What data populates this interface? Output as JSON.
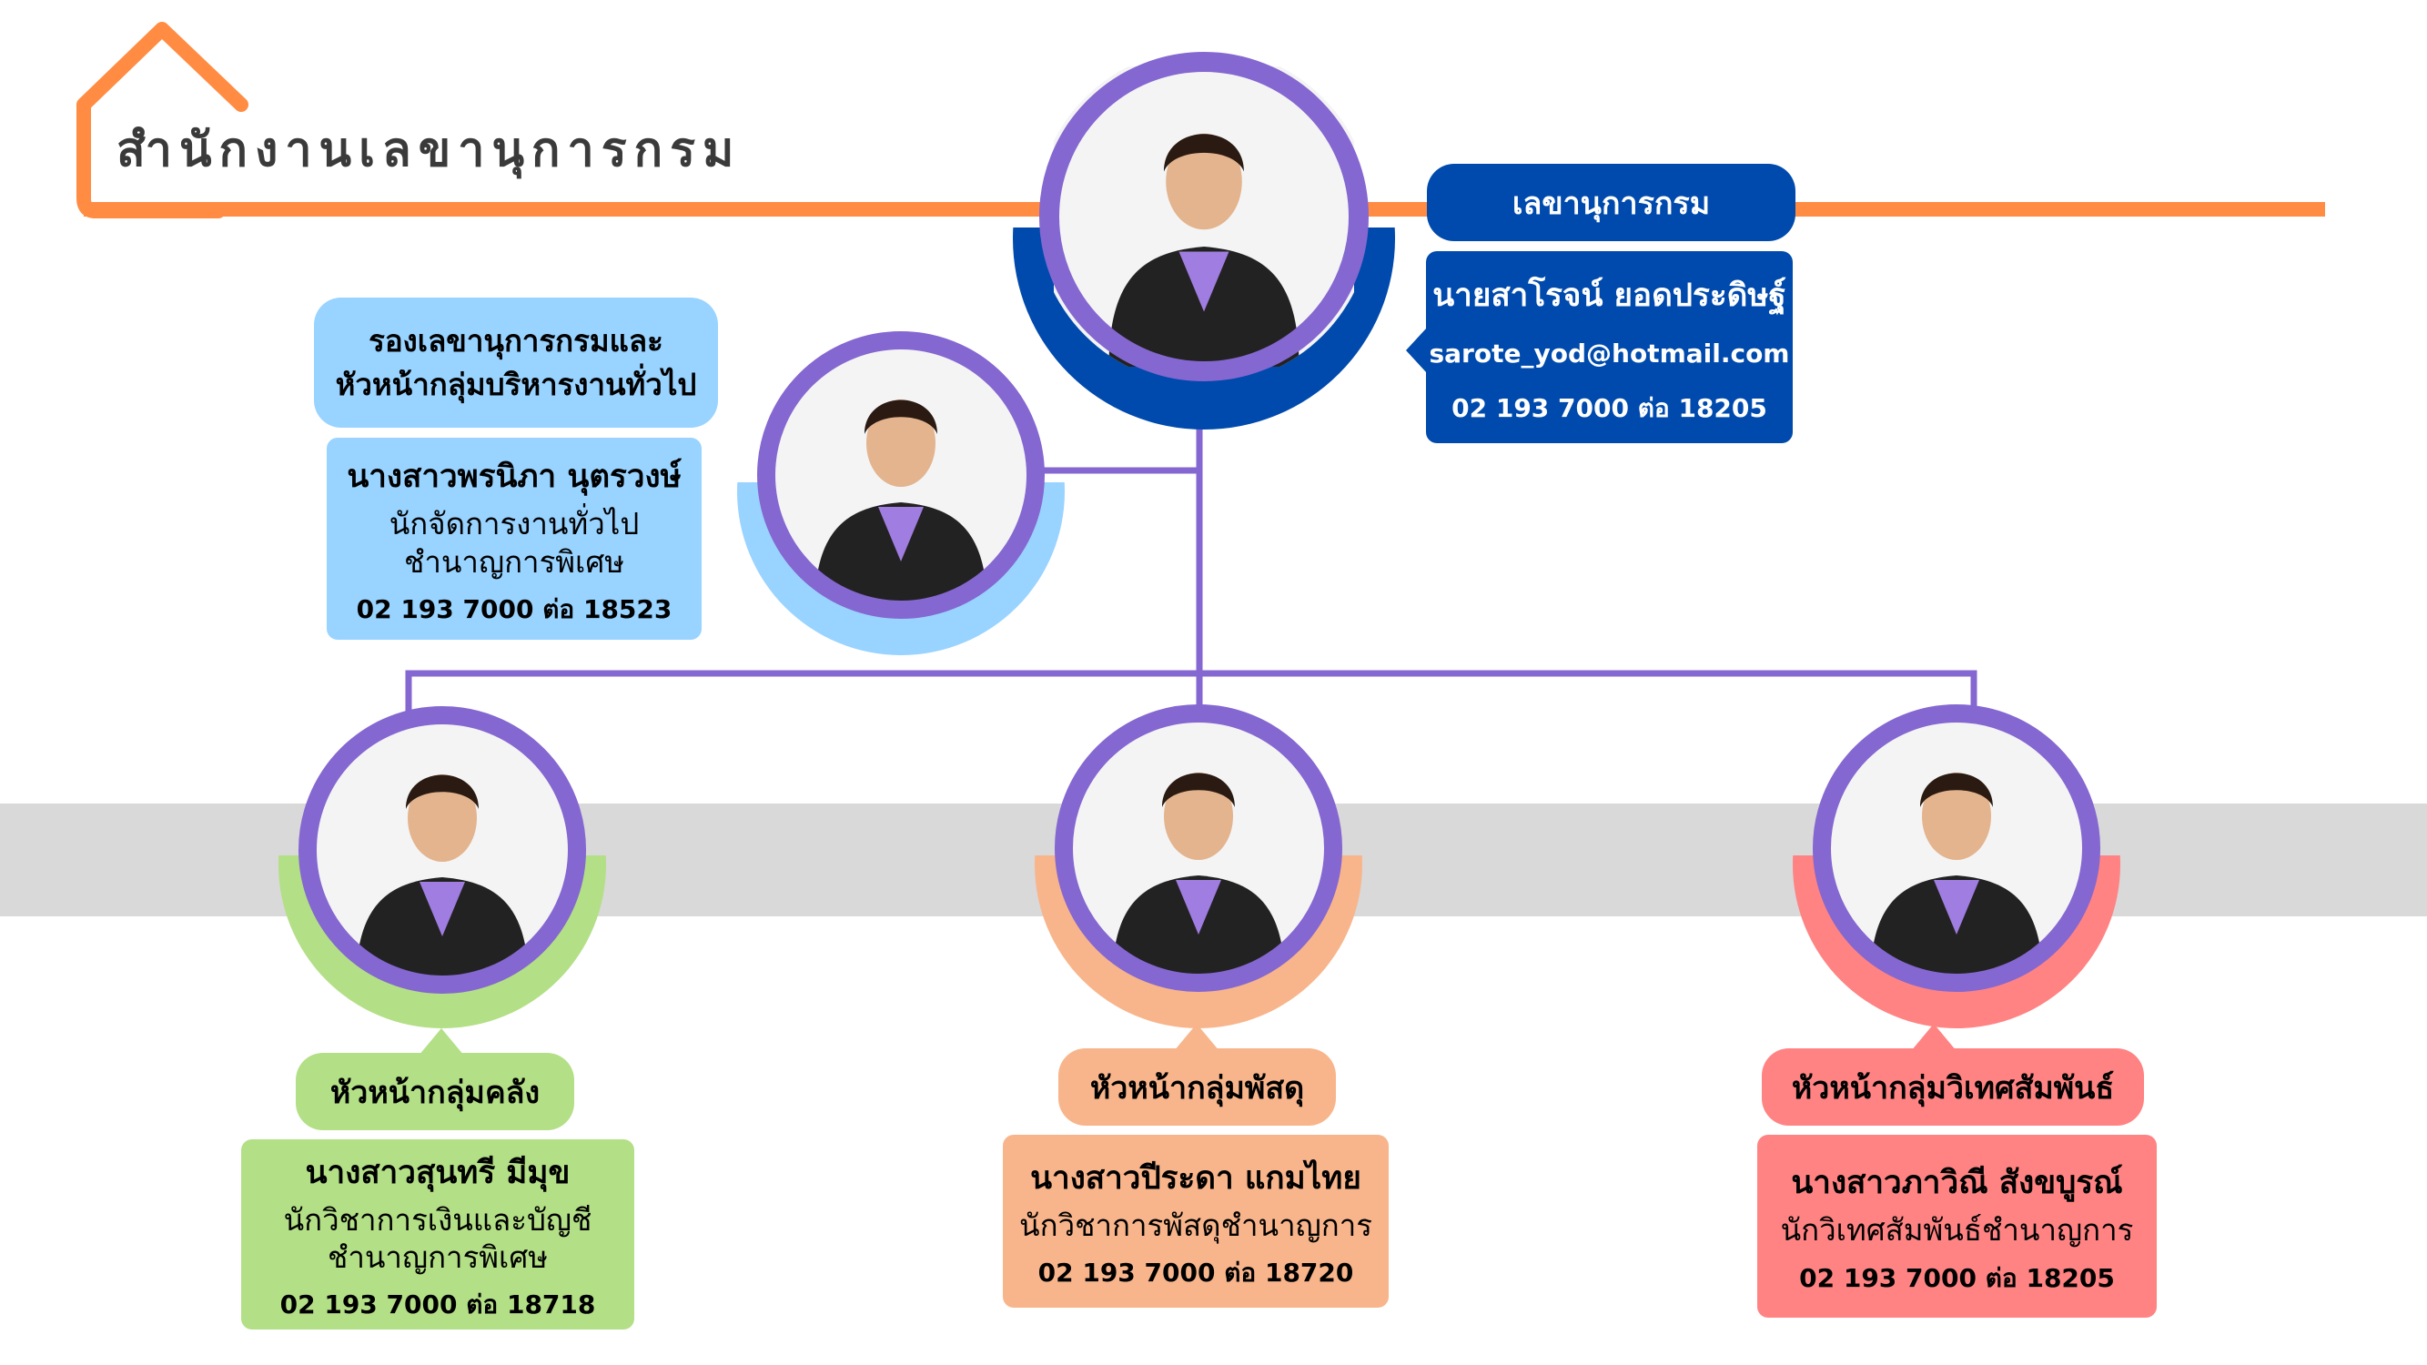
{
  "title": "สำนักงานเลขานุการกรม",
  "colors": {
    "orange": "#ff8c42",
    "purple": "#8467d0",
    "navy": "#004aad",
    "light_blue": "#99d3ff",
    "green": "#b3df86",
    "peach": "#f8b58b",
    "pink": "#ff8383",
    "gray_band": "#d9d9d9"
  },
  "head": {
    "role": "เลขานุการกรม",
    "name": "นายสาโรจน์ ยอดประดิษฐ์",
    "email": "sarote_yod@hotmail.com",
    "phone": "02 193 7000 ต่อ 18205"
  },
  "deputy": {
    "role_line1": "รองเลขานุการกรมและ",
    "role_line2": "หัวหน้ากลุ่มบริหารงานทั่วไป",
    "name": "นางสาวพรนิภา นุตรวงษ์",
    "position_line1": "นักจัดการงานทั่วไป",
    "position_line2": "ชำนาญการพิเศษ",
    "phone": "02 193 7000 ต่อ 18523"
  },
  "groups": [
    {
      "role": "หัวหน้ากลุ่มคลัง",
      "name": "นางสาวสุนทรี มีมุข",
      "position_line1": "นักวิชาการเงินและบัญชี",
      "position_line2": "ชำนาญการพิเศษ",
      "phone": "02 193 7000 ต่อ 18718"
    },
    {
      "role": "หัวหน้ากลุ่มพัสดุ",
      "name": "นางสาวปีระดา แกมไทย",
      "position_line1": "นักวิชาการพัสดุชำนาญการ",
      "phone": "02 193 7000 ต่อ 18720"
    },
    {
      "role": "หัวหน้ากลุ่มวิเทศสัมพันธ์",
      "name": "นางสาวภาวิณี สังขบูรณ์",
      "position_line1": "นักวิเทศสัมพันธ์ชำนาญการ",
      "phone": "02 193 7000 ต่อ 18205"
    }
  ]
}
